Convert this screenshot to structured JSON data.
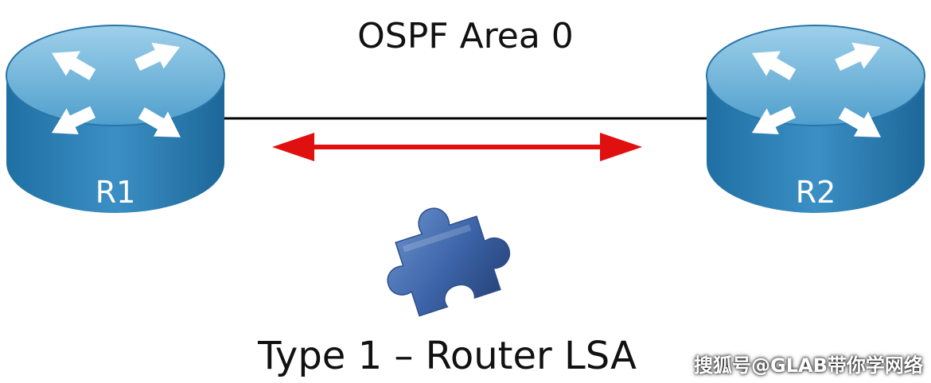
{
  "diagram": {
    "area_title": "OSPF Area 0",
    "caption": "Type 1 – Router LSA",
    "watermark": "搜狐号@GLAB带你学网络"
  },
  "routers": [
    {
      "label": "R1",
      "icon": "router-icon"
    },
    {
      "label": "R2",
      "icon": "router-icon"
    }
  ],
  "link": {
    "color": "#000000"
  },
  "exchange_arrow": {
    "color": "#e01010",
    "direction": "bidirectional"
  },
  "lsa_symbol": {
    "icon": "puzzle-piece-icon",
    "color": "#3f67a8"
  },
  "colors": {
    "router_top": "#6fb3d6",
    "router_side": "#2f7fb1",
    "router_rim": "#1c5b86"
  }
}
